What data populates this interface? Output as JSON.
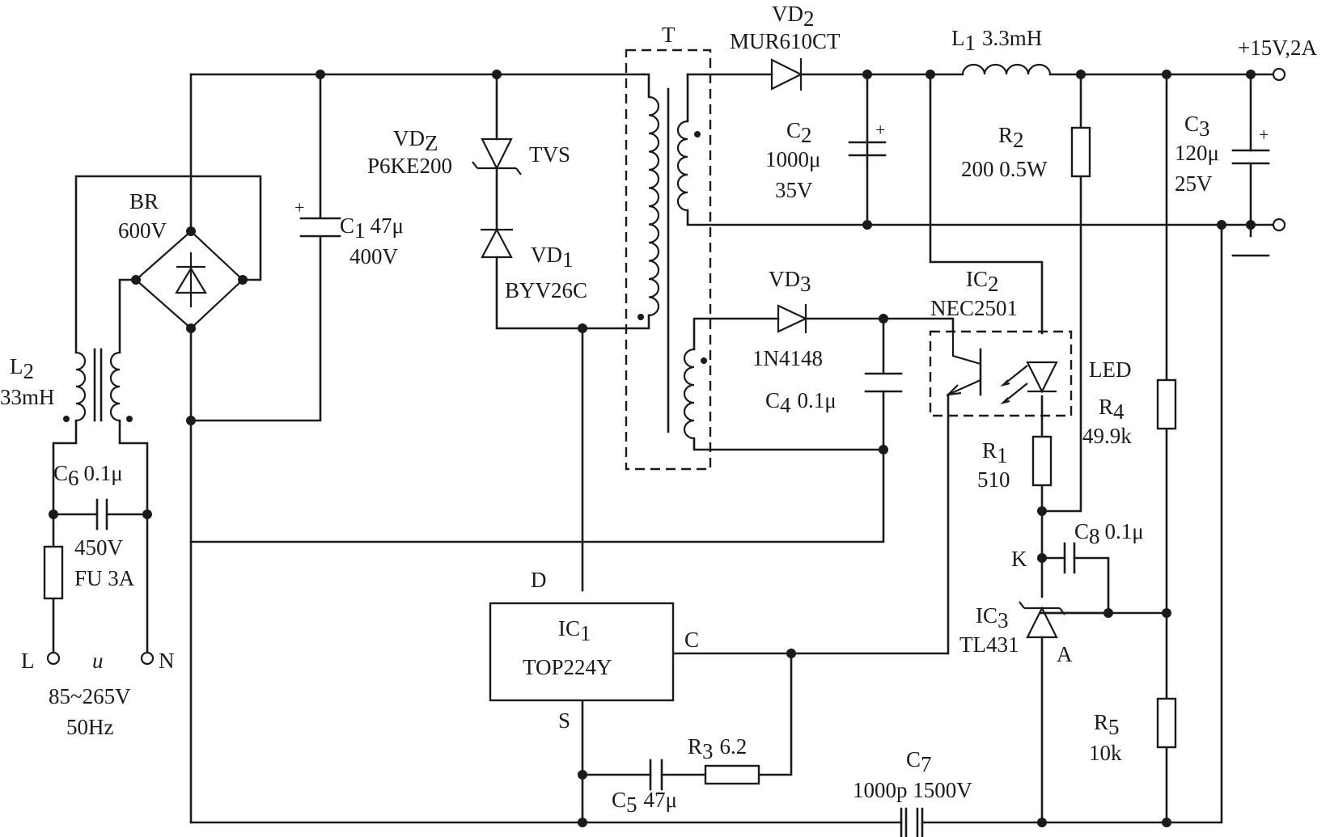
{
  "input": {
    "terminal_l": "L",
    "terminal_n": "N",
    "symbol": "u",
    "voltage": "85~265V",
    "frequency": "50Hz"
  },
  "fuse": {
    "label": "FU 3A"
  },
  "c6": {
    "sym": "C",
    "idx": "6",
    "value": "0.1μ",
    "rating": "450V"
  },
  "l2": {
    "sym": "L",
    "idx": "2",
    "value": "33mH"
  },
  "bridge": {
    "name": "BR",
    "rating": "600V"
  },
  "c1": {
    "sym": "C",
    "idx": "1",
    "value": "47μ",
    "rating": "400V"
  },
  "vdz": {
    "sym": "VD",
    "idx": "Z",
    "part": "P6KE200",
    "type": "TVS"
  },
  "vd1": {
    "sym": "VD",
    "idx": "1",
    "part": "BYV26C"
  },
  "transformer": {
    "name": "T"
  },
  "vd2": {
    "sym": "VD",
    "idx": "2",
    "part": "MUR610CT"
  },
  "c2": {
    "sym": "C",
    "idx": "2",
    "value": "1000μ",
    "rating": "35V"
  },
  "l1": {
    "sym": "L",
    "idx": "1",
    "value": "3.3mH"
  },
  "r2": {
    "sym": "R",
    "idx": "2",
    "value": "200 0.5W"
  },
  "c3": {
    "sym": "C",
    "idx": "3",
    "value": "120μ",
    "rating": "25V"
  },
  "output": {
    "label": "+15V,2A"
  },
  "vd3": {
    "sym": "VD",
    "idx": "3",
    "part": "1N4148"
  },
  "c4": {
    "sym": "C",
    "idx": "4",
    "value": "0.1μ"
  },
  "ic2": {
    "sym": "IC",
    "idx": "2",
    "part": "NEC2501",
    "led": "LED"
  },
  "r4": {
    "sym": "R",
    "idx": "4",
    "value": "49.9k"
  },
  "r1": {
    "sym": "R",
    "idx": "1",
    "value": "510"
  },
  "c8": {
    "sym": "C",
    "idx": "8",
    "value": "0.1μ"
  },
  "ic3": {
    "sym": "IC",
    "idx": "3",
    "part": "TL431",
    "pin_k": "K",
    "pin_a": "A"
  },
  "r5": {
    "sym": "R",
    "idx": "5",
    "value": "10k"
  },
  "ic1": {
    "sym": "IC",
    "idx": "1",
    "part": "TOP224Y",
    "pin_d": "D",
    "pin_c": "C",
    "pin_s": "S"
  },
  "r3": {
    "sym": "R",
    "idx": "3",
    "value": "6.2"
  },
  "c5": {
    "sym": "C",
    "idx": "5",
    "value": "47μ"
  },
  "c7": {
    "sym": "C",
    "idx": "7",
    "value": "1000p 1500V"
  }
}
